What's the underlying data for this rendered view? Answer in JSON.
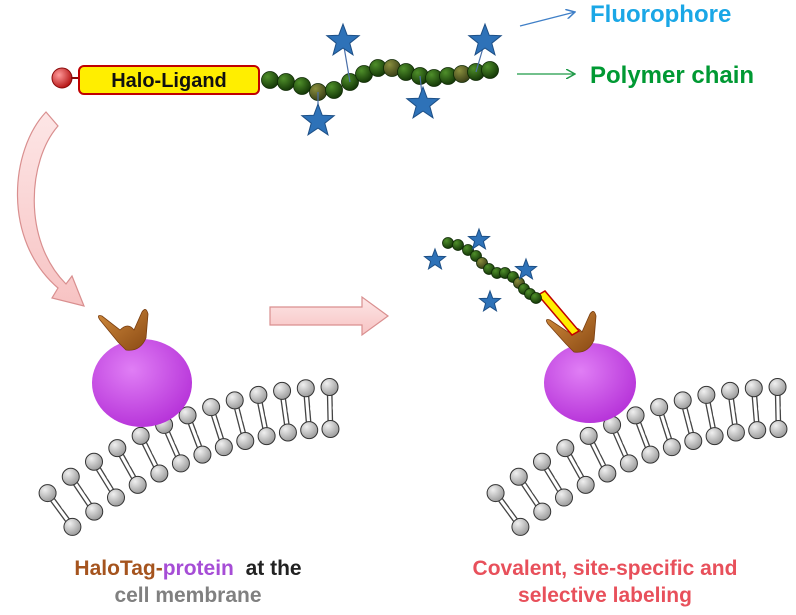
{
  "colors": {
    "fluorophore": "#1aa7e6",
    "polymer": "#009933",
    "halotag": "#a5541e",
    "protein": "#a64dd6",
    "membrane_text": "#808080",
    "labeling_text": "#e8505b",
    "star_fill": "#2e72b8",
    "bead_fill": "#2a5e12",
    "ligand_box": "#ffee00",
    "ligand_border": "#c00000"
  },
  "labels": {
    "halo_ligand": "Halo-Ligand",
    "fluorophore": "Fluorophore",
    "polymer_chain": "Polymer chain"
  },
  "captions": {
    "left_halotag": "HaloTag",
    "left_dash": "-",
    "left_protein": "protein",
    "left_rest": "at the",
    "left_line2": "cell membrane",
    "right_line1": "Covalent, site-specific and",
    "right_line2": "selective labeling"
  },
  "icons": {
    "fluorophore": "star-icon",
    "monomer": "bead-icon",
    "ligand_end": "sphere-icon",
    "lipid": "phospholipid-icon",
    "process": "arrow-right-icon"
  }
}
